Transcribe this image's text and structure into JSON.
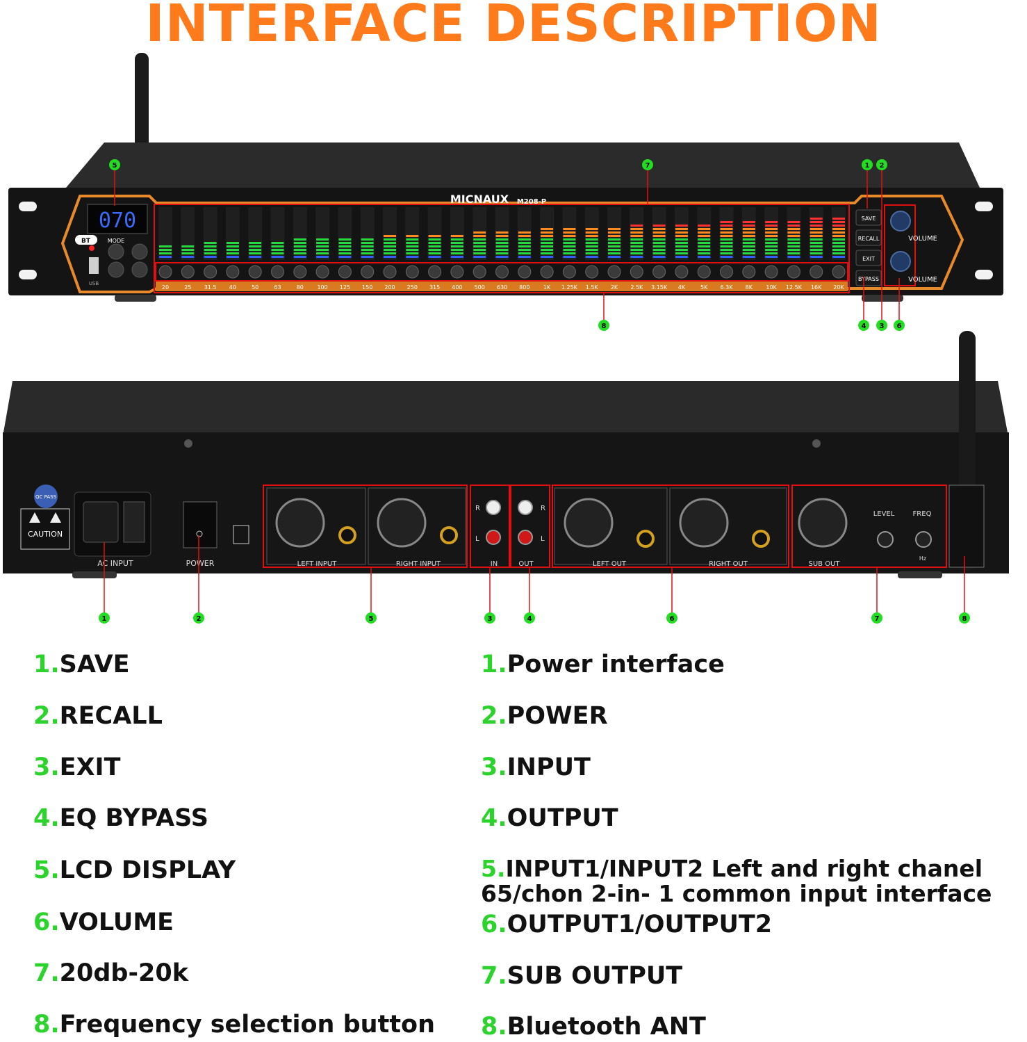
{
  "title": "INTERFACE DESCRIPTION",
  "colors": {
    "accent_orange": "#ff7a1a",
    "number_green": "#2cd32c",
    "callout_red": "#e01010"
  },
  "front_panel": {
    "brand": "MICNAUX",
    "model": "M208-P",
    "display_value": "070",
    "bt_label": "BT",
    "mode_label": "MODE",
    "usb_label": "USB",
    "buttons": [
      "SAVE",
      "RECALL",
      "EXIT",
      "BYPASS"
    ],
    "volume_labels": [
      "VOLUME",
      "VOLUME"
    ],
    "frequencies": [
      "20",
      "25",
      "31.5",
      "40",
      "50",
      "63",
      "80",
      "100",
      "125",
      "150",
      "200",
      "250",
      "315",
      "400",
      "500",
      "630",
      "800",
      "1K",
      "1.25K",
      "1.5K",
      "2K",
      "2.5K",
      "3.15K",
      "4K",
      "5K",
      "6.3K",
      "8K",
      "10K",
      "12.5K",
      "16K",
      "20K"
    ],
    "callouts": [
      "5",
      "7",
      "1",
      "2",
      "8",
      "4",
      "3",
      "6"
    ]
  },
  "rear_panel": {
    "qc_label": "QC PASS",
    "caution_label": "CAUTION",
    "ac_input_label": "AC INPUT",
    "power_label": "POWER",
    "left_input_label": "LEFT INPUT",
    "right_input_label": "RIGHT INPUT",
    "in_label": "IN",
    "out_label": "OUT",
    "r_label": "R",
    "l_label": "L",
    "left_out_label": "LEFT OUT",
    "right_out_label": "RIGHT OUT",
    "sub_out_label": "SUB OUT",
    "level_label": "LEVEL",
    "freq_label": "FREQ",
    "hz_label": "Hz",
    "callouts": [
      "1",
      "2",
      "5",
      "3",
      "4",
      "6",
      "7",
      "8"
    ]
  },
  "left_list": [
    {
      "num": "1.",
      "text": "SAVE"
    },
    {
      "num": "2.",
      "text": "RECALL"
    },
    {
      "num": "3.",
      "text": "EXIT"
    },
    {
      "num": "4.",
      "text": "EQ BYPASS"
    },
    {
      "num": "5.",
      "text": "LCD DISPLAY"
    },
    {
      "num": "6.",
      "text": "VOLUME"
    },
    {
      "num": "7.",
      "text": "20db-20k"
    },
    {
      "num": "8.",
      "text": "Frequency selection button"
    }
  ],
  "right_list": [
    {
      "num": "1.",
      "text": "Power interface"
    },
    {
      "num": "2.",
      "text": "POWER"
    },
    {
      "num": "3.",
      "text": "INPUT"
    },
    {
      "num": "4.",
      "text": "OUTPUT"
    },
    {
      "num": "5.",
      "text": "INPUT1/INPUT2 Left and right chanel",
      "text2": "65/chon 2-in- 1 common input interface"
    },
    {
      "num": "6.",
      "text": "OUTPUT1/OUTPUT2"
    },
    {
      "num": "7.",
      "text": "SUB OUTPUT"
    },
    {
      "num": "8.",
      "text": "Bluetooth ANT"
    }
  ]
}
